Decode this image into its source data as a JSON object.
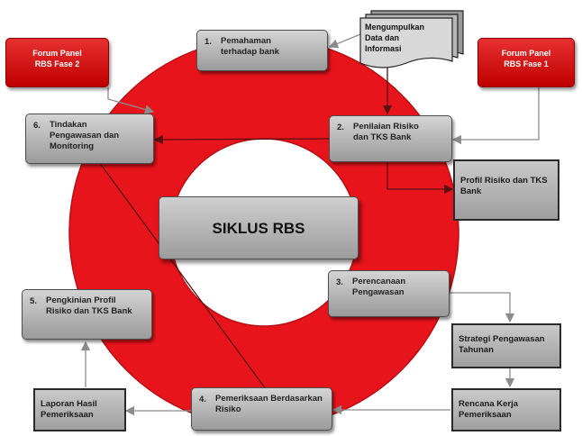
{
  "center_title": "SIKLUS RBS",
  "steps": [
    {
      "num": "1.",
      "label": "Pemahaman\nterhadap bank"
    },
    {
      "num": "2.",
      "label": "Penilaian Risiko\ndan TKS Bank"
    },
    {
      "num": "3.",
      "label": "Perencanaan\nPengawasan"
    },
    {
      "num": "4.",
      "label": "Pemeriksaan Berdasarkan\nRisiko"
    },
    {
      "num": "5.",
      "label": "Pengkinian Profil\nRisiko dan TKS Bank"
    },
    {
      "num": "6.",
      "label": "Tindakan\nPengawasan dan\nMonitoring"
    }
  ],
  "forum_panels": [
    {
      "label": "Forum Panel\nRBS Fase 2"
    },
    {
      "label": "Forum Panel\nRBS Fase 1"
    }
  ],
  "documents": {
    "label": "Mengumpulkan\nData dan\nInformasi"
  },
  "outputs": [
    {
      "label": "Profil Risiko dan TKS\nBank"
    },
    {
      "label": "Strategi Pengawasan\nTahunan"
    },
    {
      "label": "Rencana Kerja\nPemeriksaan"
    },
    {
      "label": "Laporan Hasil\nPemeriksaan"
    }
  ],
  "colors": {
    "ring_red": "#e8141c",
    "forum_red": "#d10000",
    "box_gray": "#b4b4b4",
    "arrow_gray": "#8c8c8c",
    "line_dark": "#7a1010"
  }
}
